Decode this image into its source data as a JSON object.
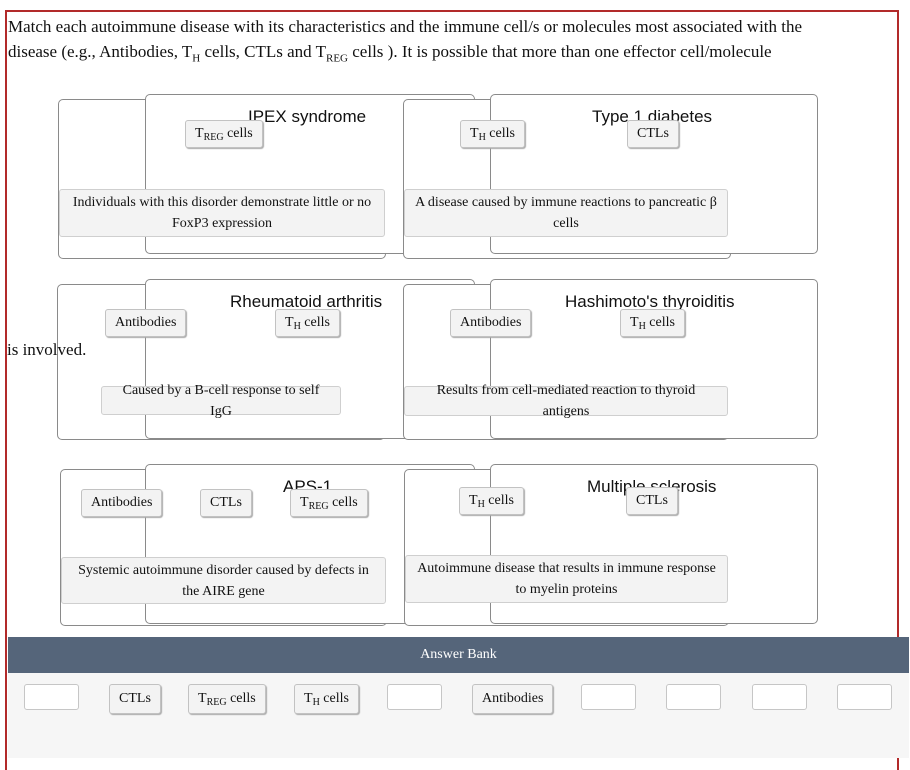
{
  "question": {
    "prompt": "Match each autoimmune disease with its characteristics and the immune cell/s or molecules most associated with the disease (e.g., Antibodies, TH cells, CTLs and TREG cells ). It is possible that more than one effector cell/molecule",
    "prompt_line1": "Match each autoimmune disease with its characteristics and the immune cell/s or molecules most associated with the",
    "prompt_line2_a": "disease (e.g., Antibodies, T",
    "prompt_line2_sub1": "H",
    "prompt_line2_b": " cells, CTLs and T",
    "prompt_line2_sub2": "REG",
    "prompt_line2_c": " cells ). It is possible that more than one effector cell/molecule",
    "prompt_tail": "is involved."
  },
  "labels": {
    "antibodies": "Antibodies",
    "ctls": "CTLs",
    "t": "T",
    "h_sub": "H",
    "reg_sub": "REG",
    "cells_suffix": " cells"
  },
  "diseases": {
    "ipex": {
      "title": "IPEX syndrome",
      "description": "Individuals with this disorder demonstrate little or no FoxP3 expression"
    },
    "t1d": {
      "title": "Type 1 diabetes",
      "description": "A disease caused by immune reactions to pancreatic β cells"
    },
    "ra": {
      "title": "Rheumatoid arthritis",
      "description": "Caused by a B-cell response to self IgG"
    },
    "hashimoto": {
      "title": "Hashimoto's thyroiditis",
      "description": "Results from cell-mediated reaction to thyroid antigens"
    },
    "aps1": {
      "title": "APS-1",
      "description": "Systemic autoimmune disorder caused by defects in the AIRE gene"
    },
    "ms": {
      "title": "Multiple sclerosis",
      "description": "Autoimmune disease that results in immune response to myelin proteins"
    }
  },
  "answer_bank": {
    "title": "Answer Bank"
  },
  "colors": {
    "frame_border": "#b22a2a",
    "bank_header": "#55657a",
    "chip_bg": "#f3f3f3"
  }
}
